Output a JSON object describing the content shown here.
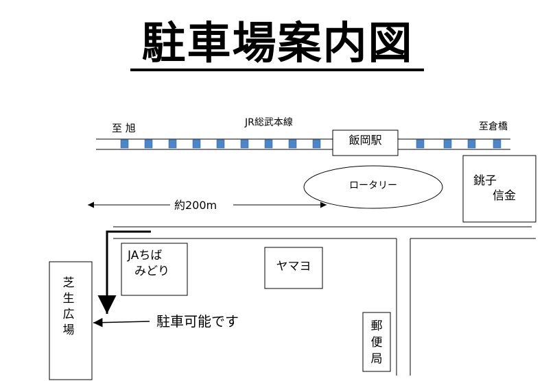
{
  "title": "駐車場案内図",
  "railway": {
    "line_name": "JR総武本線",
    "direction_left": "至 旭",
    "direction_right": "至倉橋",
    "station_name": "飯岡駅",
    "tie_color": "#4a86c8"
  },
  "rotary": "ロータリー",
  "distance": "約200m",
  "buildings": {
    "choshi_shinkin": [
      "銚子",
      "信金"
    ],
    "ja_chiba_midori": [
      "JAちば",
      "みどり"
    ],
    "yamayo": "ヤマヨ",
    "post_office": [
      "郵",
      "便",
      "局"
    ],
    "shibafu_hiroba": [
      "芝",
      "生",
      "広",
      "場"
    ]
  },
  "parking_note": "駐車可能です"
}
